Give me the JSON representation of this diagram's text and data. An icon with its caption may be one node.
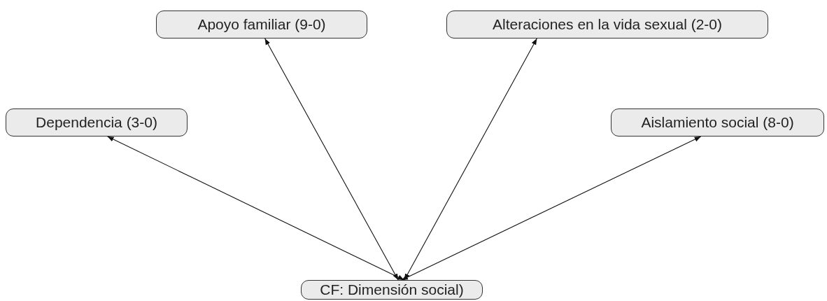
{
  "diagram": {
    "nodes": [
      {
        "text": [
          "Apoyo familiar (9-0)"
        ]
      },
      {
        "text": [
          "Alteraciones en la vida sexual (2-0)"
        ]
      },
      {
        "text": [
          "Dependencia (3-0)"
        ]
      },
      {
        "text": [
          "Aislamiento social (8-0)"
        ]
      },
      {
        "text": [
          "CF: Dimensión social)"
        ]
      }
    ],
    "edges": [
      {
        "from": 4,
        "to": 2,
        "arrow": "both"
      },
      {
        "from": 4,
        "to": 0,
        "arrow": "both"
      },
      {
        "from": 4,
        "to": 1,
        "arrow": "both"
      },
      {
        "from": 4,
        "to": 3,
        "arrow": "both"
      }
    ]
  }
}
